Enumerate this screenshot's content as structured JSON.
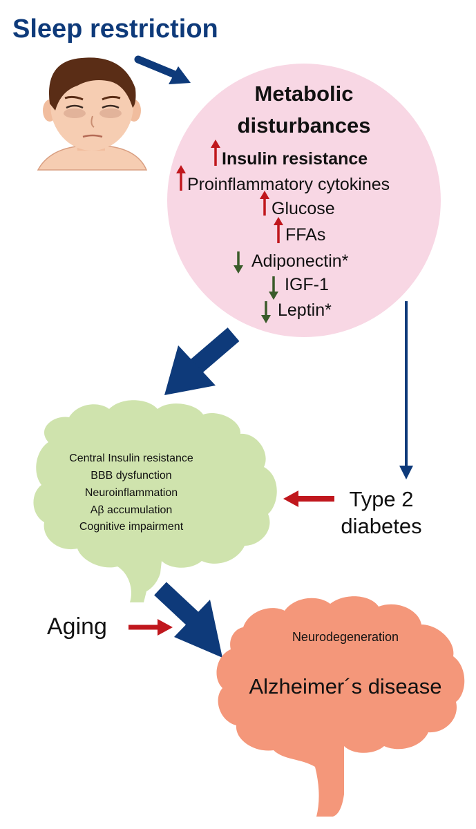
{
  "title": "Sleep restriction",
  "metabolic": {
    "heading_line1": "Metabolic",
    "heading_line2": "disturbances",
    "items": [
      {
        "label": "Insulin resistance",
        "direction": "up"
      },
      {
        "label": "Proinflammatory cytokines",
        "direction": "up"
      },
      {
        "label": "Glucose",
        "direction": "up"
      },
      {
        "label": "FFAs",
        "direction": "up"
      },
      {
        "label": "Adiponectin*",
        "direction": "down"
      },
      {
        "label": "IGF-1",
        "direction": "down"
      },
      {
        "label": "Leptin*",
        "direction": "down"
      }
    ]
  },
  "brain_effects": [
    "Central Insulin resistance",
    "BBB dysfunction",
    "Neuroinflammation",
    "Aβ accumulation",
    "Cognitive impairment"
  ],
  "diabetes": {
    "line1": "Type 2",
    "line2": "diabetes"
  },
  "aging": "Aging",
  "outcome": {
    "small": "Neurodegeneration",
    "large": "Alzheimer´s disease"
  },
  "colors": {
    "navy": "#0e3a7a",
    "red_arrow": "#c0171d",
    "green_arrow": "#3a5b2a",
    "pink_circle": "#f8d7e4",
    "green_brain": "#cfe3ad",
    "salmon_brain": "#f4977a",
    "text": "#111111"
  }
}
